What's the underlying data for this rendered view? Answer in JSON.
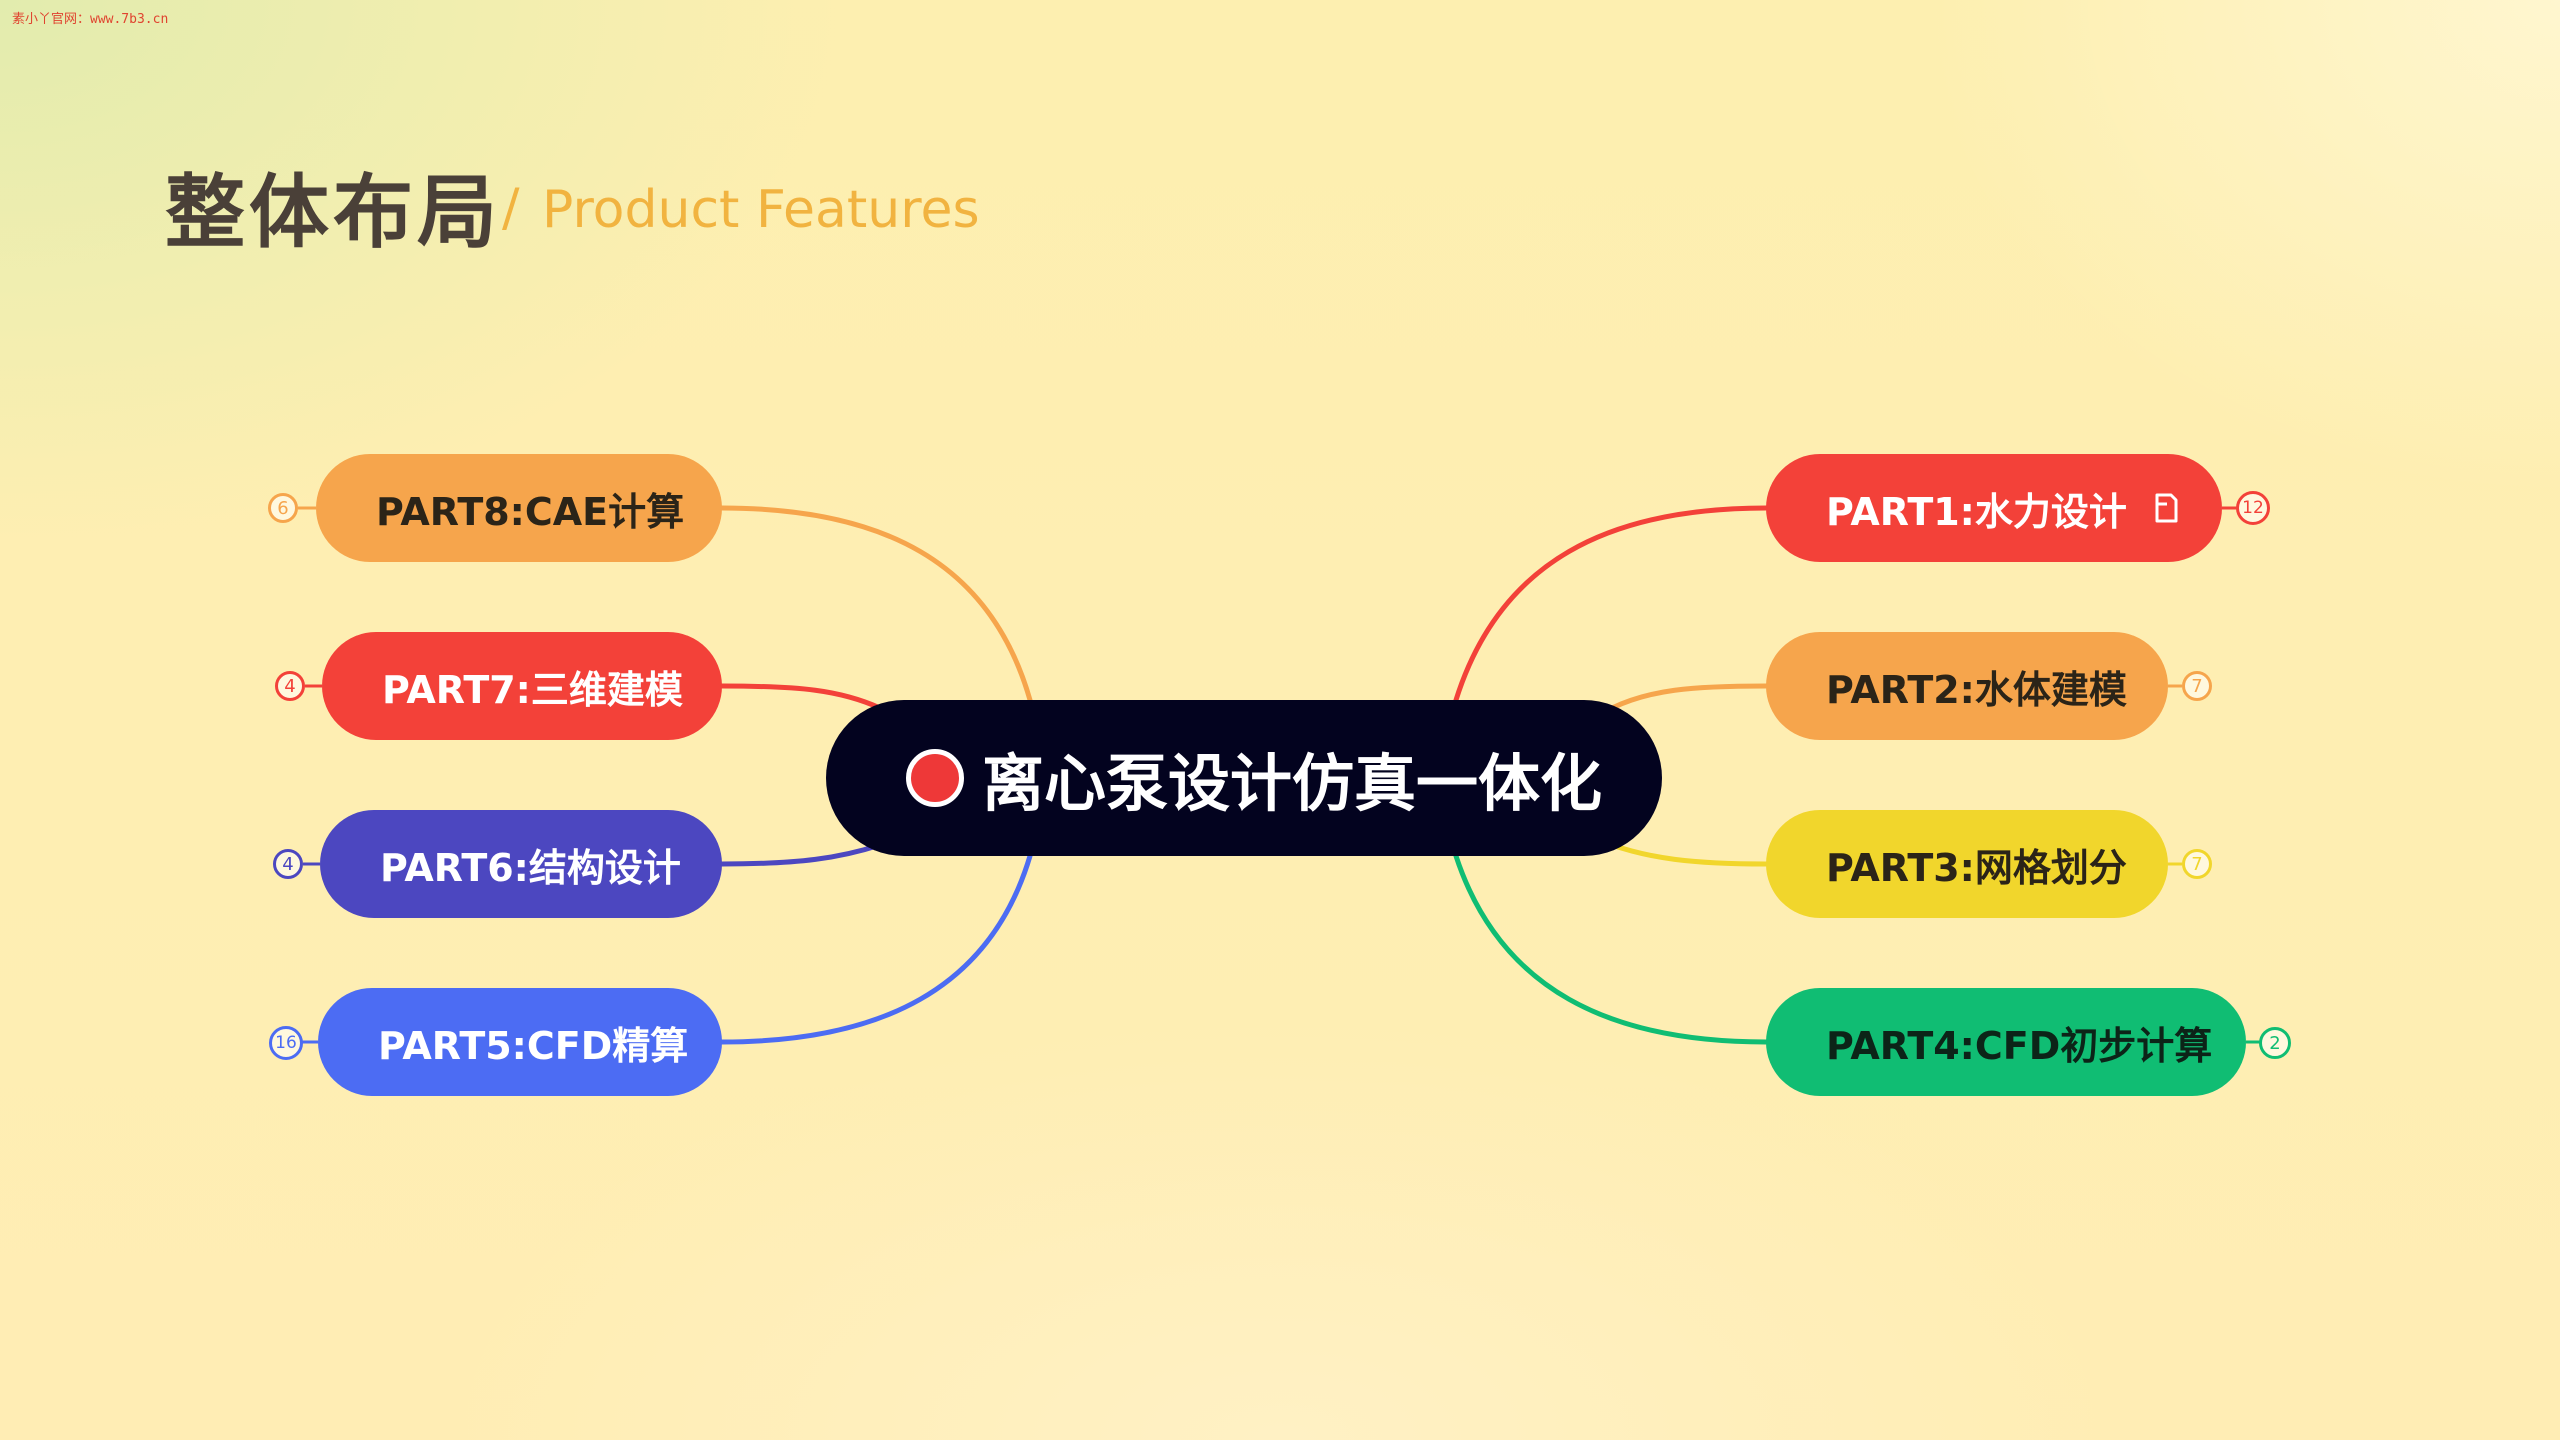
{
  "watermark": "素小丫官网：www.7b3.cn",
  "header": {
    "title": "整体布局",
    "separator": "/",
    "subtitle": "Product Features"
  },
  "center": {
    "label": "离心泵设计仿真一体化",
    "color": "#03031f"
  },
  "branches": {
    "part1": {
      "label": "PART1:水力设计",
      "count": "12",
      "color": "#f34139",
      "text_color": "#ffffff",
      "icon": "note-icon"
    },
    "part2": {
      "label": "PART2:水体建模",
      "count": "7",
      "color": "#f6a54c",
      "text_color": "#2b2418"
    },
    "part3": {
      "label": "PART3:网格划分",
      "count": "7",
      "color": "#f1d62c",
      "text_color": "#2b2418"
    },
    "part4": {
      "label": "PART4:CFD初步计算",
      "count": "2",
      "color": "#10bd73",
      "text_color": "#0c2418"
    },
    "part5": {
      "label": "PART5:CFD精算",
      "count": "16",
      "color": "#4c6cf3",
      "text_color": "#ffffff"
    },
    "part6": {
      "label": "PART6:结构设计",
      "count": "4",
      "color": "#4c47c0",
      "text_color": "#ffffff"
    },
    "part7": {
      "label": "PART7:三维建模",
      "count": "4",
      "color": "#f34139",
      "text_color": "#ffffff"
    },
    "part8": {
      "label": "PART8:CAE计算",
      "count": "6",
      "color": "#f6a54c",
      "text_color": "#2b2418"
    }
  }
}
